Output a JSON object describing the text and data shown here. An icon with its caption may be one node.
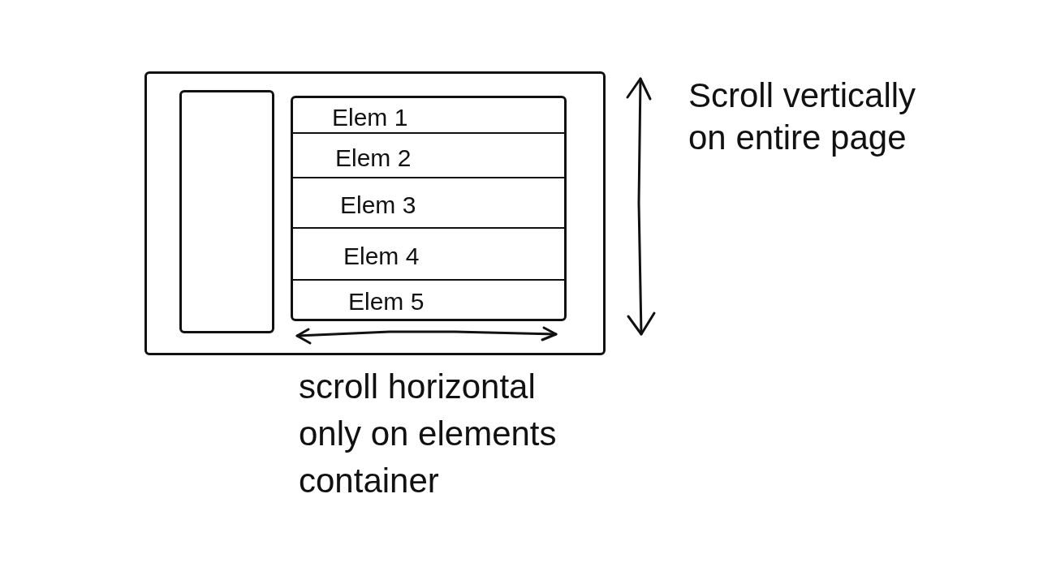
{
  "diagram": {
    "nodes": [
      {
        "text": [],
        "shape": "box"
      },
      {
        "text": [],
        "shape": "box",
        "in": 0
      },
      {
        "text": [],
        "shape": "box",
        "in": 0
      },
      {
        "text": [
          "Elem 1"
        ],
        "in": 2
      },
      {
        "text": [
          "Elem 2"
        ],
        "in": 2
      },
      {
        "text": [
          "Elem 3"
        ],
        "in": 2
      },
      {
        "text": [
          "Elem 4"
        ],
        "in": 2
      },
      {
        "text": [
          "Elem 5"
        ],
        "in": 2
      }
    ],
    "labels": [
      "Scroll vertically on entire page",
      "scroll horizontal only on elements container"
    ]
  }
}
